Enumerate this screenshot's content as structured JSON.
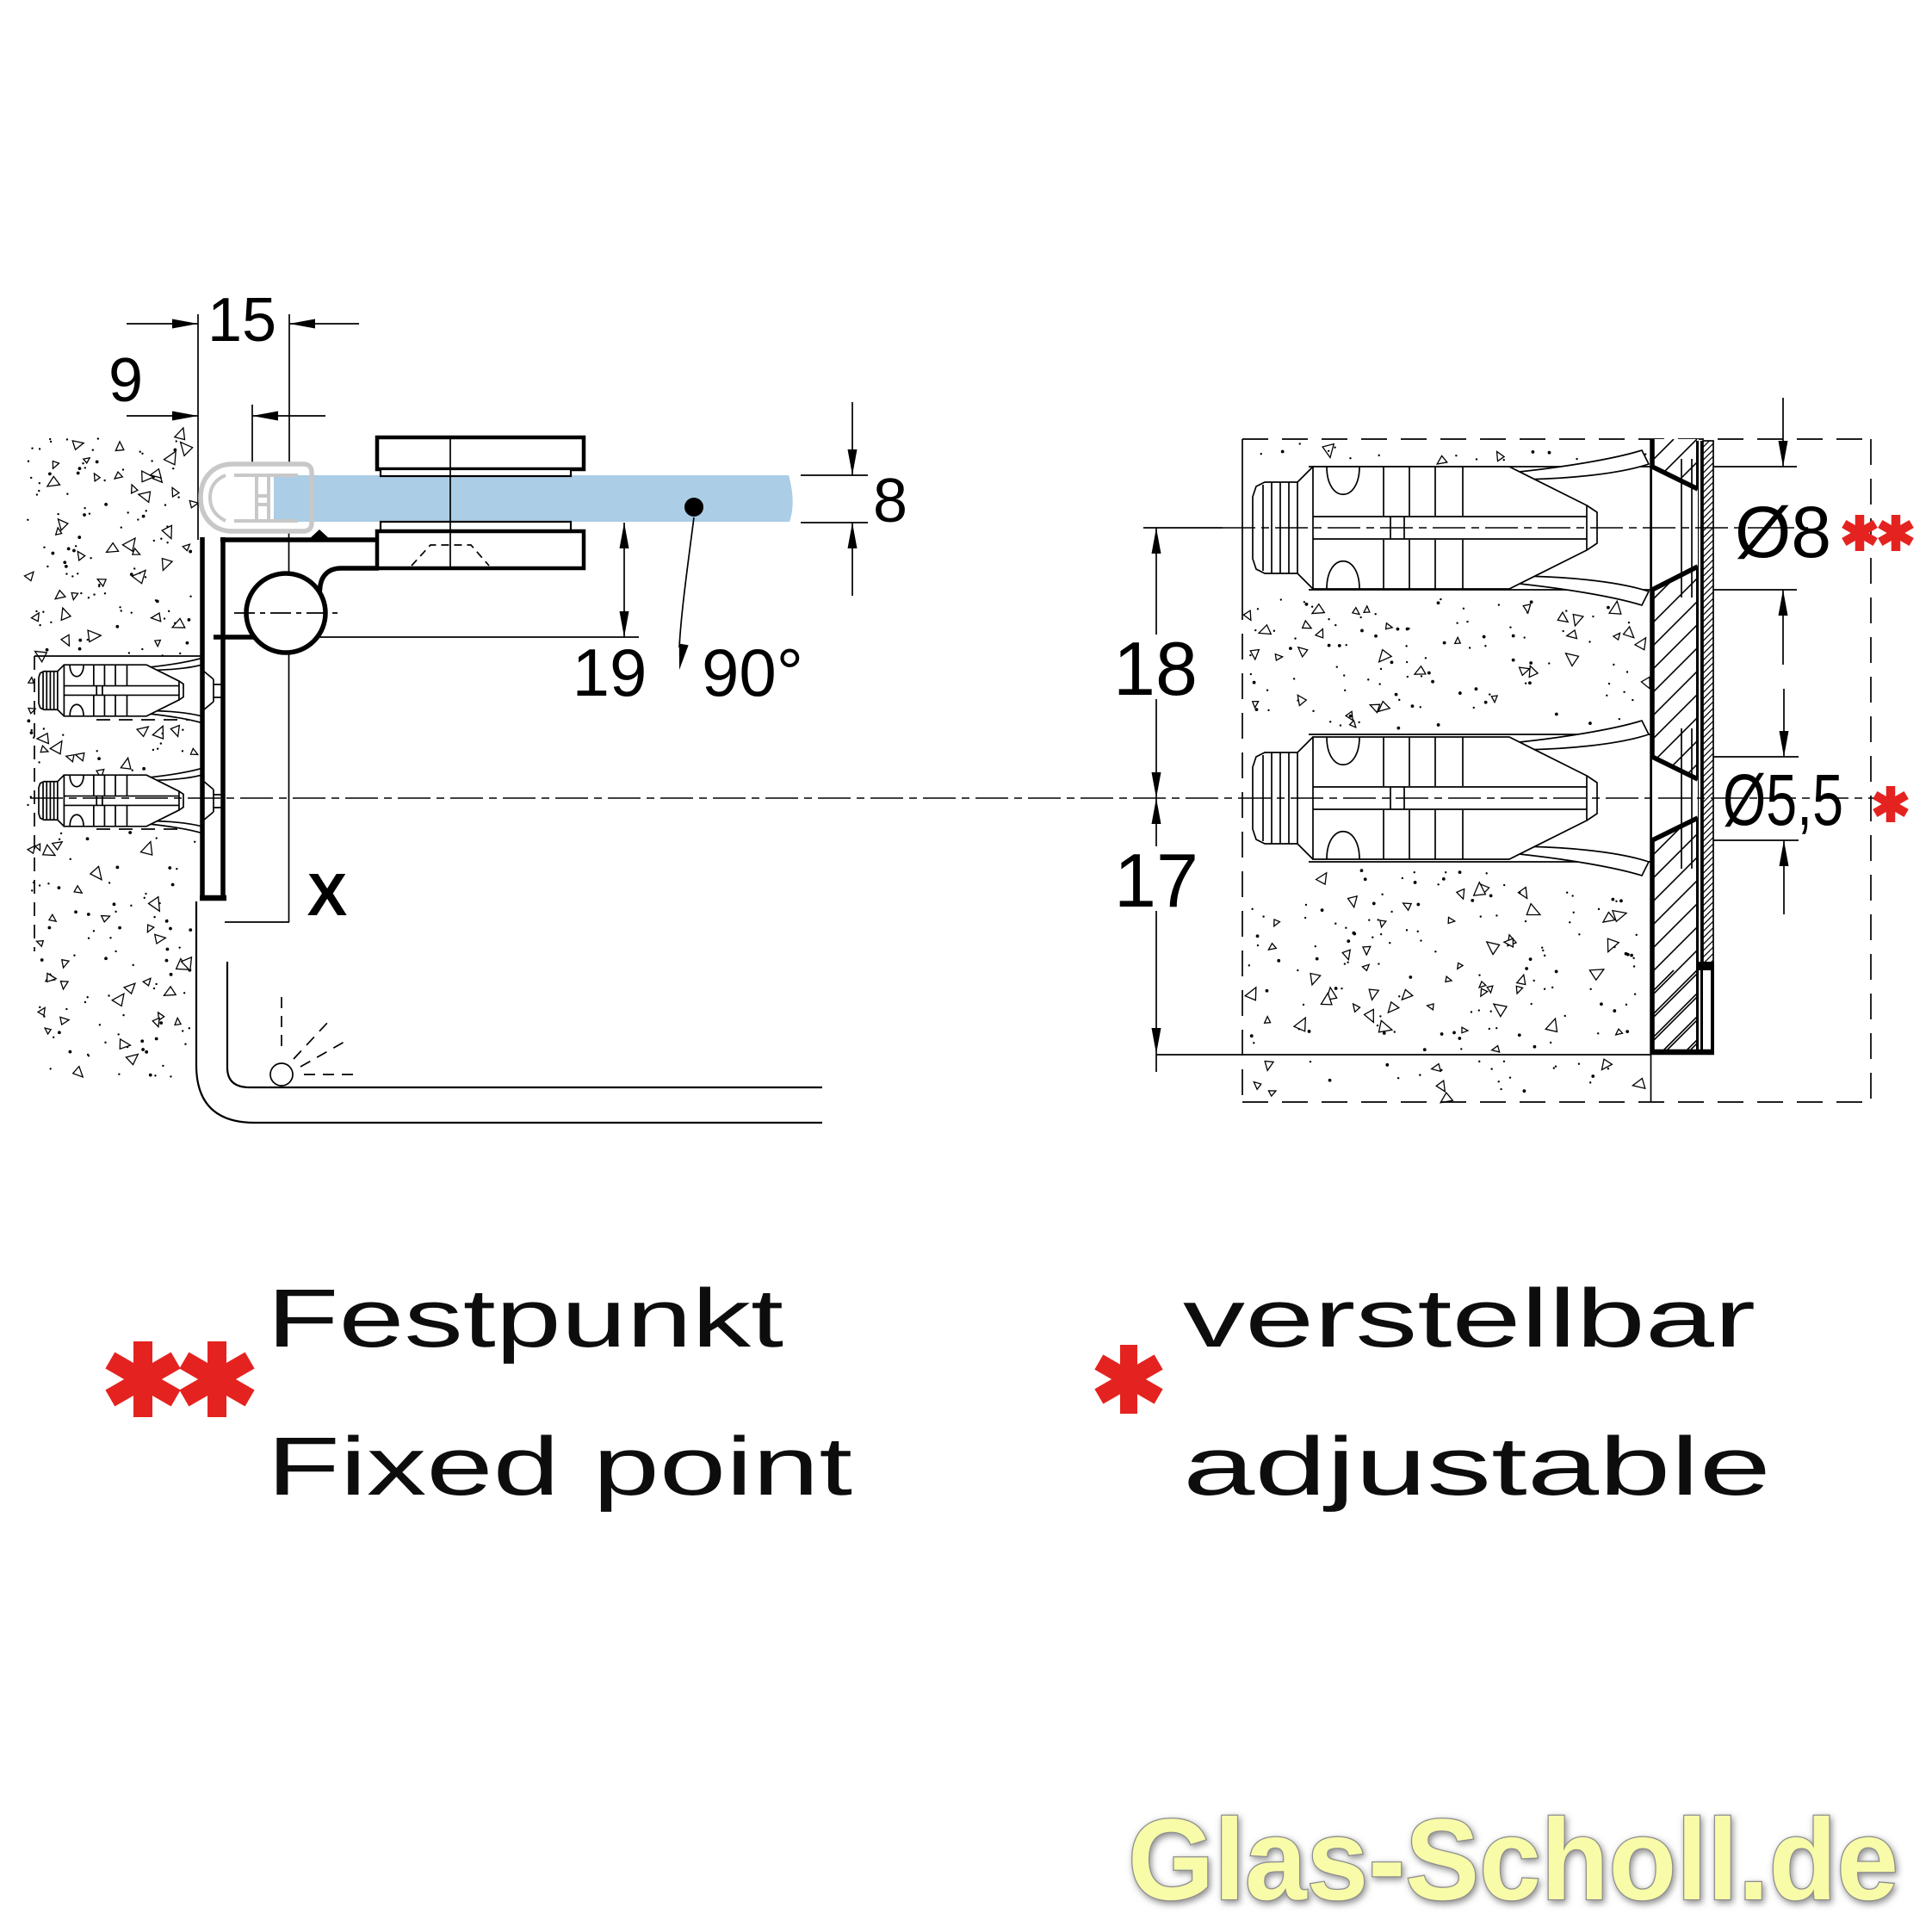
{
  "title": "Glass door hinge mounting section drawing",
  "colors": {
    "ink": "#000000",
    "glass": "#abcde5",
    "seal": "#c8c8c8",
    "accent_red": "#e42320",
    "watermark_fill": "#f8fba8",
    "watermark_stroke": "#8f8f8f"
  },
  "dims": {
    "w15": "15",
    "o9": "9",
    "g8": "8",
    "d19": "19",
    "a90": "90°",
    "x": "X",
    "s18": "18",
    "s17": "17",
    "dia8": "Ø8",
    "dia55": "Ø5,5"
  },
  "legend": {
    "fixed_de": "Festpunkt",
    "fixed_en": "Fixed point",
    "adjustable_de": "verstellbar",
    "adjustable_en": "adjustable"
  },
  "watermark": "Glas-Scholl.de"
}
